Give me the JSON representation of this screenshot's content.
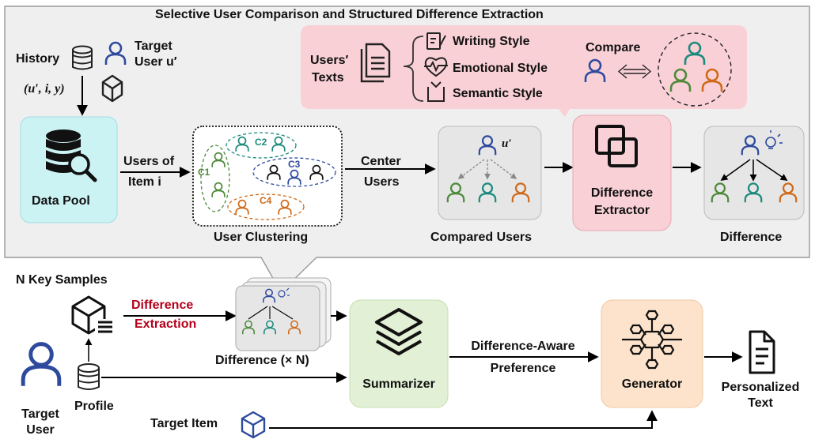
{
  "top_panel": {
    "title": "Selective User Comparison and Structured Difference Extraction",
    "history_label": "History",
    "history_tuple": "(u′, i, y)",
    "target_user_label_line1": "Target",
    "target_user_label_line2": "User u′",
    "data_pool_label": "Data Pool",
    "users_of_item_line1": "Users of",
    "users_of_item_line2": "Item i",
    "user_clustering_label": "User Clustering",
    "cluster_labels": [
      "C1",
      "C2",
      "C3",
      "C4"
    ],
    "center_users_line1": "Center",
    "center_users_line2": "Users",
    "compared_users_label": "Compared Users",
    "compared_target_label": "u′",
    "difference_extractor_line1": "Difference",
    "difference_extractor_line2": "Extractor",
    "difference_label": "Difference",
    "callout": {
      "users_texts_line1": "Users′",
      "users_texts_line2": "Texts",
      "styles": [
        "Writing Style",
        "Emotional Style",
        "Semantic Style"
      ],
      "compare_label": "Compare"
    }
  },
  "bottom_panel": {
    "n_key_samples_label": "N Key Samples",
    "difference_extraction_line1": "Difference",
    "difference_extraction_line2": "Extraction",
    "difference_times_n_label": "Difference (× N)",
    "target_user_line1": "Target",
    "target_user_line2": "User",
    "profile_label": "Profile",
    "summarizer_label": "Summarizer",
    "difference_aware_line1": "Difference-Aware",
    "difference_aware_line2": "Preference",
    "generator_label": "Generator",
    "personalized_text_line1": "Personalized",
    "personalized_text_line2": "Text",
    "target_item_label": "Target Item"
  },
  "colors": {
    "panel_bg": "#efefef",
    "data_pool_bg": "#ccf3f4",
    "callout_bg": "#f9d0d6",
    "extractor_bg": "#f9d0d6",
    "gray_box_bg": "#e6e6e6",
    "summarizer_bg": "#e2f0d5",
    "generator_bg": "#fde3cb",
    "user_blue": "#2e4a9e",
    "user_green": "#4d8a3a",
    "user_teal": "#1b8a7d",
    "user_orange": "#d06a1a",
    "highlight_red": "#b3001b"
  },
  "icons": [
    "database-icon",
    "cube-icon",
    "user-icon",
    "magnifier-database-icon",
    "overlap-squares-icon",
    "layers-icon",
    "network-chip-icon",
    "document-icon",
    "lightbulb-icon",
    "pen-document-icon",
    "heart-pulse-icon",
    "checkbox-document-icon"
  ]
}
